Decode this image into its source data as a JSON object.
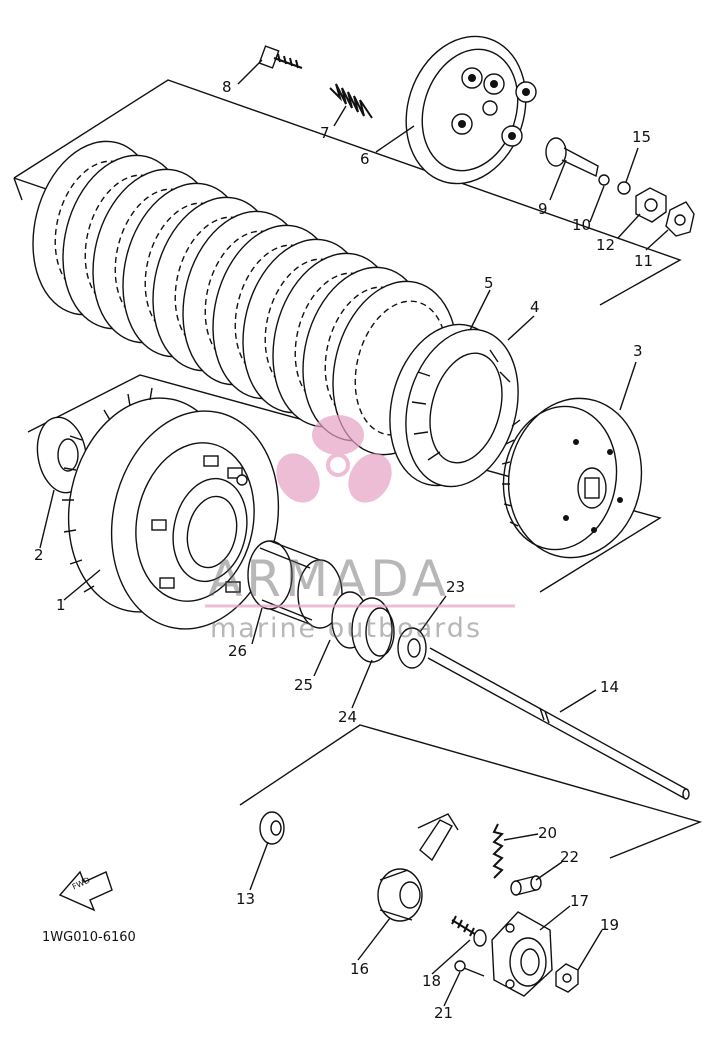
{
  "diagram_code": "1WG010-6160",
  "watermark": {
    "brand": "ARMADA",
    "tagline": "marine outboards",
    "accent_color": "#e6a0c4"
  },
  "fwd_arrow_text": "FWD",
  "callouts": [
    "1",
    "2",
    "3",
    "4",
    "5",
    "6",
    "7",
    "8",
    "9",
    "10",
    "11",
    "12",
    "13",
    "14",
    "15",
    "16",
    "17",
    "18",
    "19",
    "20",
    "21",
    "22",
    "23",
    "24",
    "25",
    "26"
  ],
  "parts": {
    "p1": "1",
    "p2": "2",
    "p3": "3",
    "p4": "4",
    "p5": "5",
    "p6": "6",
    "p7": "7",
    "p8": "8",
    "p9": "9",
    "p10": "10",
    "p11": "11",
    "p12": "12",
    "p13": "13",
    "p14": "14",
    "p15": "15",
    "p16": "16",
    "p17": "17",
    "p18": "18",
    "p19": "19",
    "p20": "20",
    "p21": "21",
    "p22": "22",
    "p23": "23",
    "p24": "24",
    "p25": "25",
    "p26": "26"
  }
}
